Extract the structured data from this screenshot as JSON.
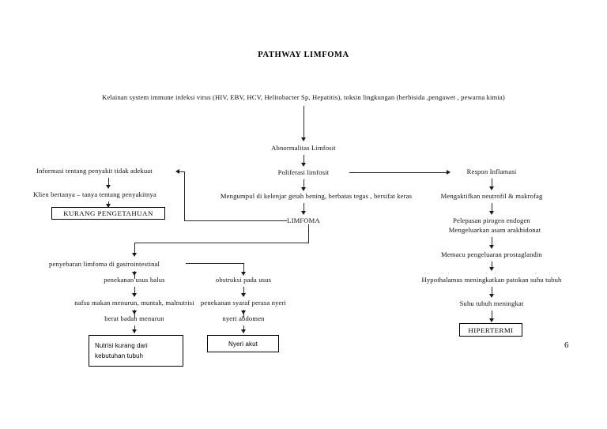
{
  "document": {
    "title": "PATHWAY LIMFOMA",
    "page_number": "6"
  },
  "etiology": {
    "text": "Kelainan system immune infeksi virus (HIV, EBV, HCV, Helitobacter Sp, Hepatitis), toksin lingkungan (herbisida ,pengawet , pewarna kimia)"
  },
  "center_chain": {
    "abnormalitas": "Abnormalitas Limfosit",
    "poliferasi": "Poliferasi limfosit",
    "mengumpul": "Mengumpul di kelenjar getah bening, berbatas tegas , bersifat keras",
    "limfoma": "LIMFOMA"
  },
  "left_branch": {
    "informasi": "Informasi tentang penyakit tidak adekuat",
    "klien_bertanya": "Klien bertanya – tanya tentang penyakitnya",
    "diagnosis": "KURANG PENGETAHUAN"
  },
  "right_branch": {
    "respon": "Respon Inflamasi",
    "mengaktifkan": "Mengaktifkan neutrofil & makrofag",
    "pelepasan_line1": "Pelepasan pirogen endogen",
    "pelepasan_line2": "Mengeluarkan asam arakhidonat",
    "memacu": "Memacu pengeluaran prostaglandin",
    "hypothalamus": "Hypothalamus meningkatkan patokan suhu tubuh",
    "suhu": "Suhu tubuh meningkat",
    "diagnosis": "HIPERTERMI"
  },
  "gi_branch": {
    "penyebaran": "penyebaran limfoma di gastrointestinal",
    "nutrisi_path": {
      "penekanan": "penekanan usus halus",
      "nafsu": "nafsu makan menurun, muntah, malnutrisi",
      "berat": "berat badan menurun",
      "diagnosis_line1": "Nutrisi kurang dari",
      "diagnosis_line2": "kebutuhan tubuh"
    },
    "nyeri_path": {
      "obstruksi": "obstruksi pada usus",
      "penekanan_syaraf": "penekanan syaraf perasa nyeri",
      "nyeri_abdomen": "nyeri abdomen",
      "diagnosis": "Nyeri akut"
    }
  },
  "colors": {
    "ink": "#000000",
    "line": "#2b2b2b",
    "paper": "#ffffff"
  }
}
